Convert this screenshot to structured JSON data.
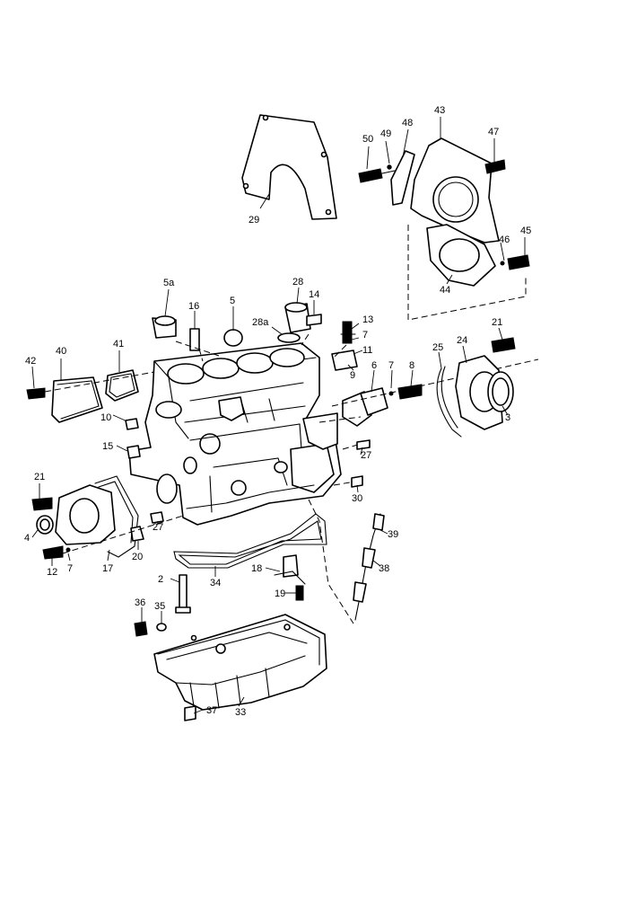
{
  "diagram": {
    "colors": {
      "line": "#000000",
      "background": "#ffffff"
    },
    "part_labels": {
      "p29": "29",
      "p43": "43",
      "p48": "48",
      "p49": "49",
      "p50": "50",
      "p47": "47",
      "p45": "45",
      "p46": "46",
      "p44": "44",
      "p5a": "5a",
      "p28": "28",
      "p5": "5",
      "p14": "14",
      "p16": "16",
      "p28a": "28a",
      "p13": "13",
      "p7a": "7",
      "p11": "11",
      "p9": "9",
      "p6": "6",
      "p7b": "7",
      "p8": "8",
      "p21a": "21",
      "p25": "25",
      "p24": "24",
      "p3": "3",
      "p42": "42",
      "p40": "40",
      "p41": "41",
      "p10": "10",
      "p15": "15",
      "p27a": "27",
      "p30": "30",
      "p21b": "21",
      "p4": "4",
      "p12": "12",
      "p7c": "7",
      "p17": "17",
      "p20": "20",
      "p27b": "27",
      "p39": "39",
      "p38": "38",
      "p2": "2",
      "p34": "34",
      "p18": "18",
      "p19": "19",
      "p36": "36",
      "p35": "35",
      "p37": "37",
      "p33": "33"
    }
  }
}
